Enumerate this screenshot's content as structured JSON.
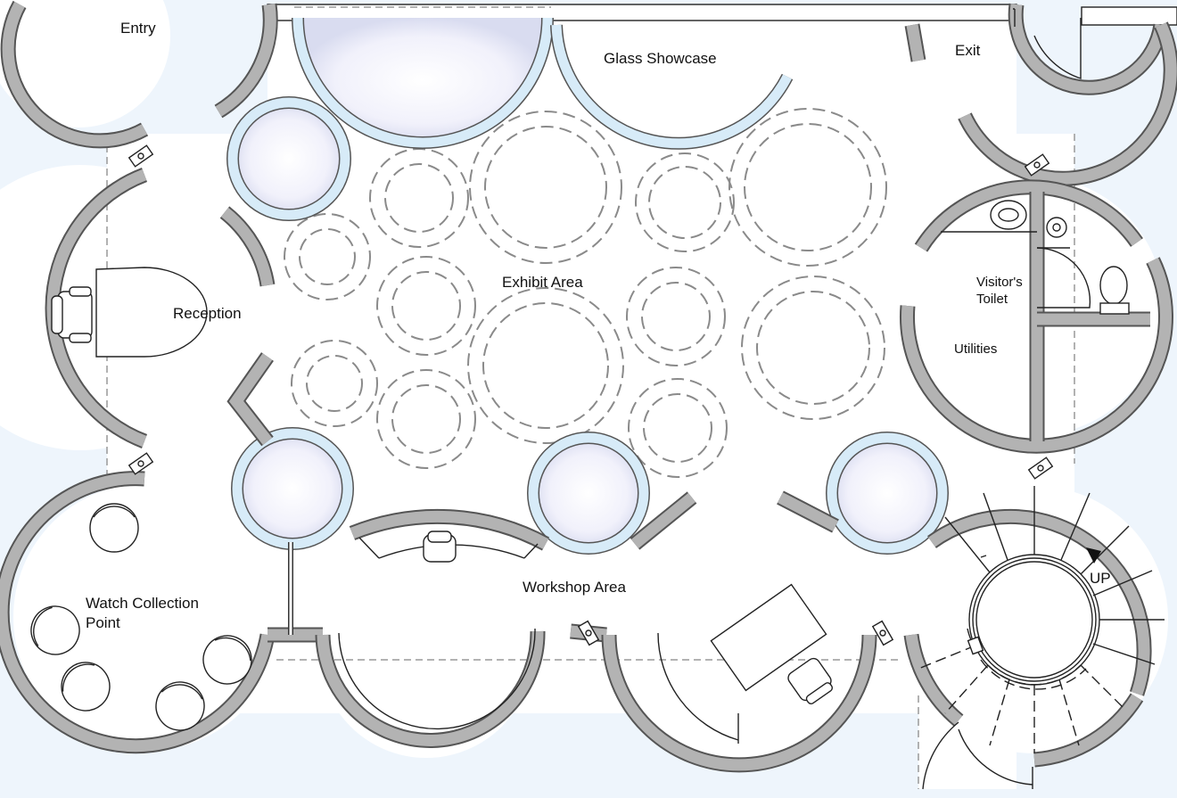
{
  "labels": {
    "entry": "Entry",
    "glass_showcase": "Glass Showcase",
    "exit": "Exit",
    "reception": "Reception",
    "exhibit_area": "Exhibit Area",
    "visitors_toilet_line1": "Visitor's",
    "visitors_toilet_line2": "Toilet",
    "utilities": "Utilities",
    "watch_collection_line1": "Watch Collection",
    "watch_collection_line2": "Point",
    "workshop_area": "Workshop Area",
    "up": "UP"
  },
  "colors": {
    "background": "#eef5fc",
    "floor": "#ffffff",
    "wall": "#b3b3b3",
    "wall_edge": "#555555",
    "glass": "#d7ebf8",
    "dashed_display": "#8a8a8a"
  }
}
